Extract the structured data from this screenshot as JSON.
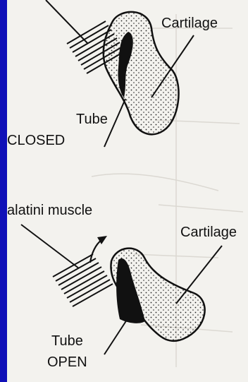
{
  "top_panel": {
    "cartilage_label": "Cartilage",
    "tube_label": "Tube",
    "state_label": "CLOSED"
  },
  "bottom_panel": {
    "muscle_label": "alatini muscle",
    "cartilage_label": "Cartilage",
    "tube_label": "Tube",
    "state_label": "OPEN"
  },
  "colors": {
    "slide_background": "#1010b8",
    "paper": "#f3f2ee",
    "ink": "#111111"
  }
}
